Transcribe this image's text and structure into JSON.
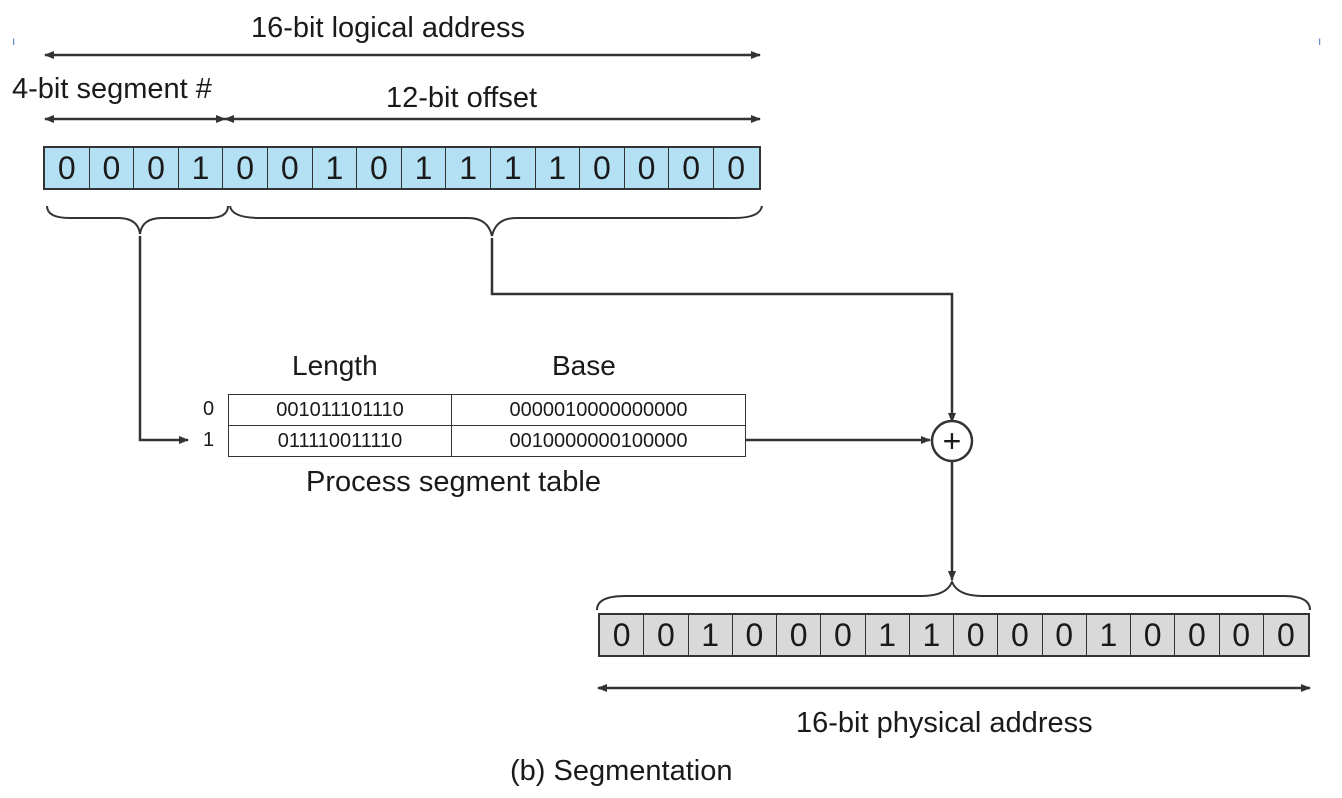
{
  "labels": {
    "logical_address": "16-bit logical address",
    "segment_number": "4-bit segment #",
    "offset": "12-bit offset",
    "physical_address": "16-bit physical address",
    "caption": "(b) Segmentation",
    "table_caption": "Process segment table",
    "length_header": "Length",
    "base_header": "Base"
  },
  "logical_bits": [
    "0",
    "0",
    "0",
    "1",
    "0",
    "0",
    "1",
    "0",
    "1",
    "1",
    "1",
    "1",
    "0",
    "0",
    "0",
    "0"
  ],
  "physical_bits": [
    "0",
    "0",
    "1",
    "0",
    "0",
    "0",
    "1",
    "1",
    "0",
    "0",
    "0",
    "1",
    "0",
    "0",
    "0",
    "0"
  ],
  "segment_table": {
    "rows": [
      {
        "index": "0",
        "length": "001011101110",
        "base": "0000010000000000"
      },
      {
        "index": "1",
        "length": "011110011110",
        "base": "0010000000100000"
      }
    ]
  },
  "adder_symbol": "+",
  "colors": {
    "logical_fill": "#b3e0f2",
    "physical_fill": "#d9d9d9",
    "line": "#333333"
  }
}
